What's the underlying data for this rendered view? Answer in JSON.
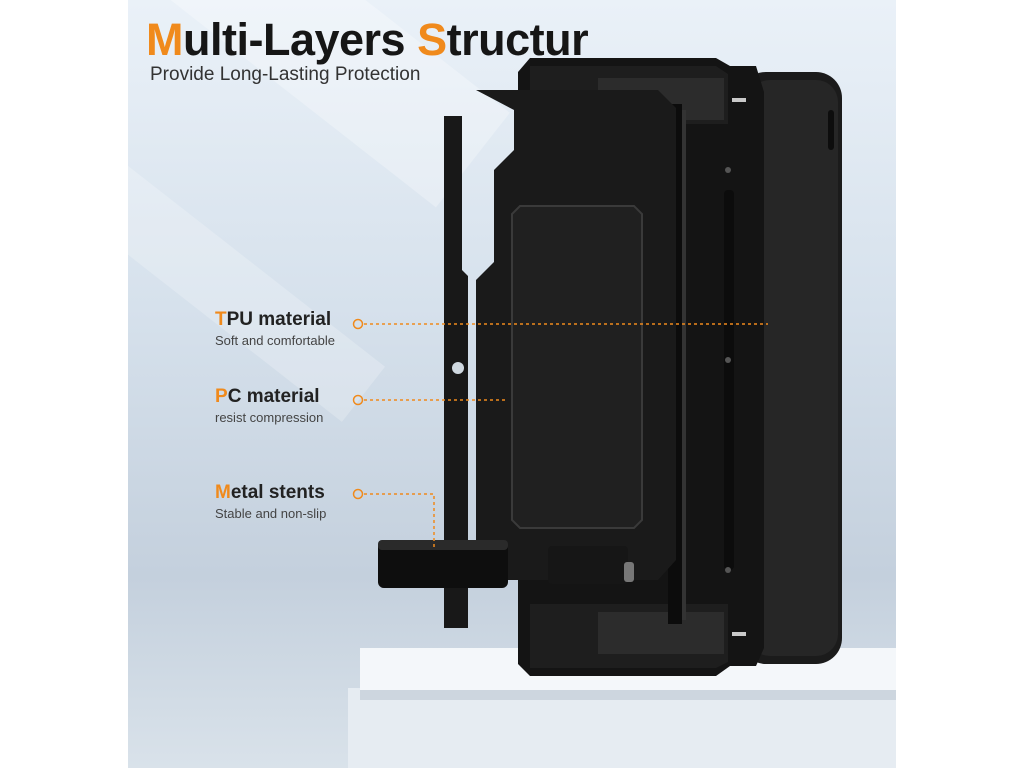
{
  "title": {
    "word1_first": "M",
    "word1_rest": "ulti-Layers ",
    "word2_first": "S",
    "word2_rest": "tructur"
  },
  "subtitle": "Provide Long-Lasting Protection",
  "features": [
    {
      "first": "T",
      "rest": "PU material",
      "desc": "Soft and comfortable"
    },
    {
      "first": "P",
      "rest": "C material",
      "desc": "resist compression"
    },
    {
      "first": "M",
      "rest": "etal stents",
      "desc": "Stable and non-slip"
    }
  ],
  "colors": {
    "accent": "#f08a1c",
    "case": "#141414",
    "background": "#d6e1ec"
  }
}
